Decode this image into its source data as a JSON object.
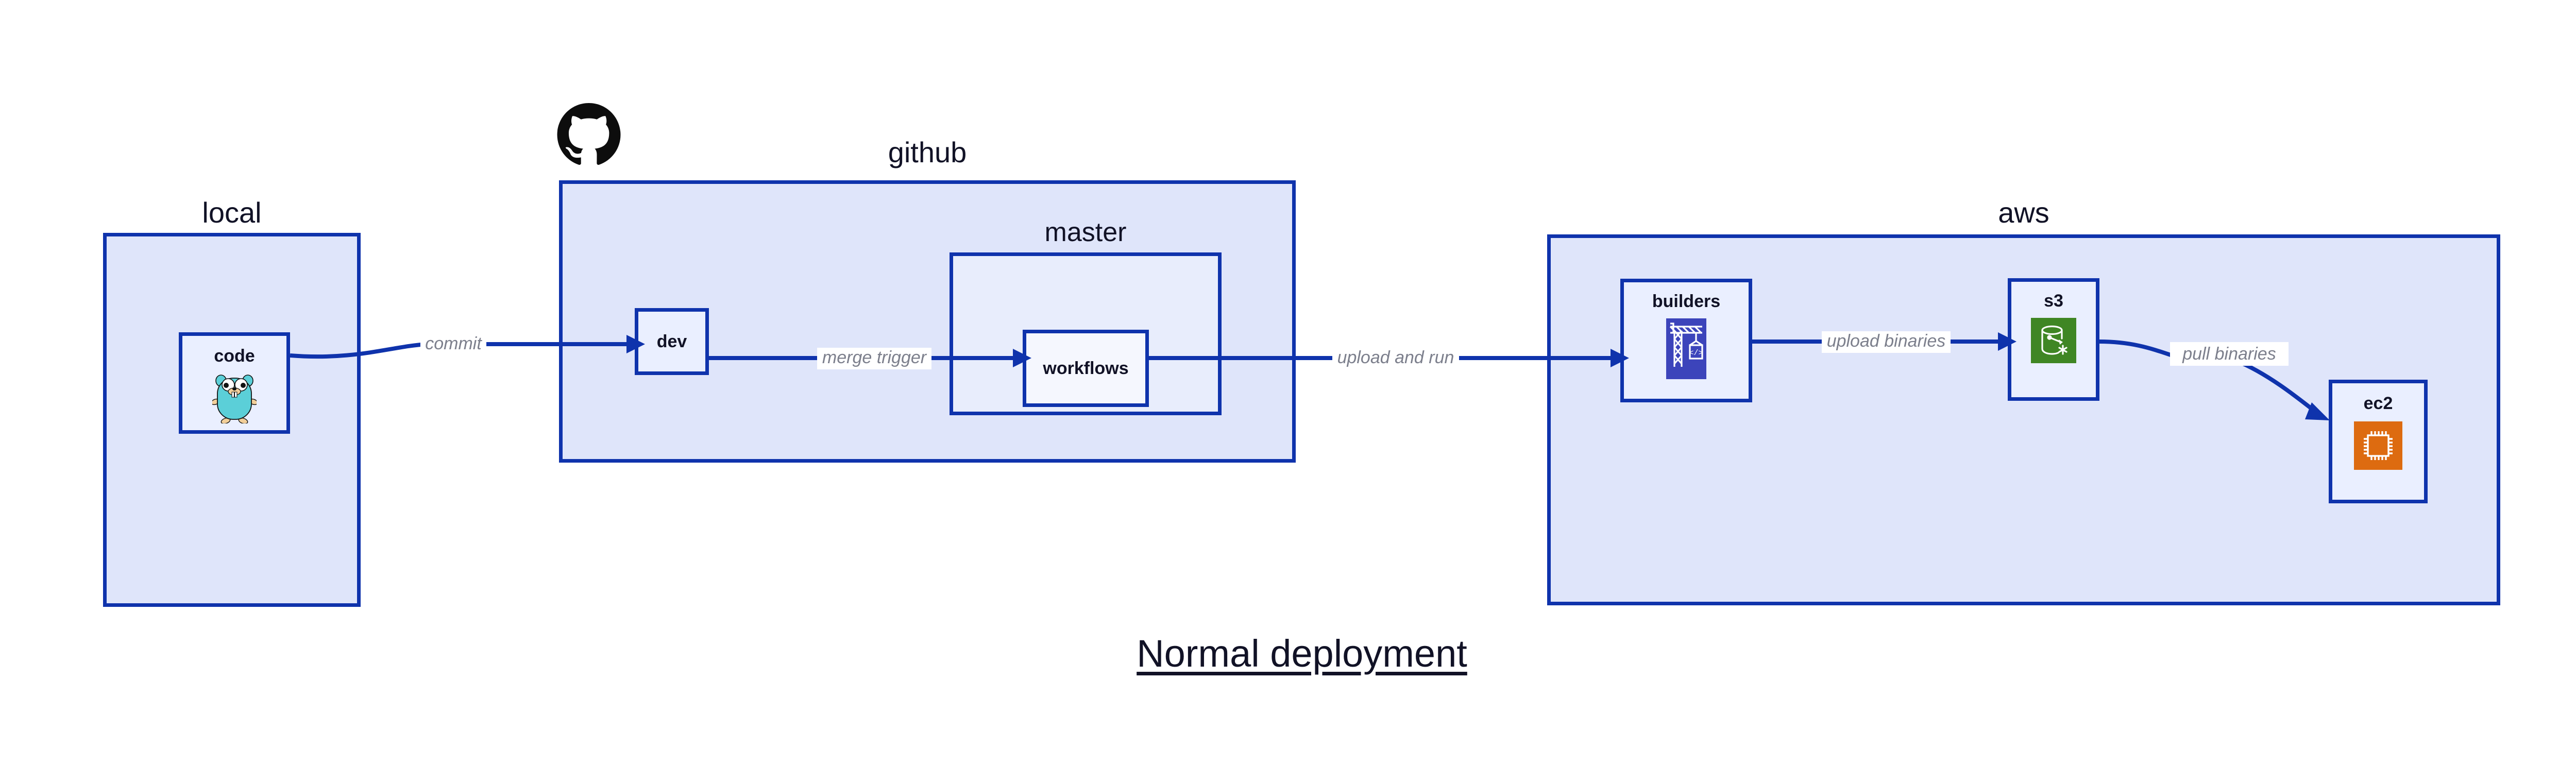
{
  "diagram": {
    "title": "Normal deployment",
    "accent_color": "#0f33ac",
    "group_fill": "#dfe5fa",
    "node_fill": "#eaefff",
    "label_color": "#7c7f8c"
  },
  "groups": [
    {
      "id": "local",
      "label": "local"
    },
    {
      "id": "github",
      "label": "github"
    },
    {
      "id": "master",
      "label": "master"
    },
    {
      "id": "aws",
      "label": "aws"
    }
  ],
  "nodes": [
    {
      "id": "code",
      "label": "code",
      "icon": "go-gopher-icon",
      "icon_color": "#5bcfd8"
    },
    {
      "id": "dev",
      "label": "dev",
      "icon": "none",
      "icon_color": ""
    },
    {
      "id": "workflows",
      "label": "workflows",
      "icon": "none",
      "icon_color": ""
    },
    {
      "id": "builders",
      "label": "builders",
      "icon": "aws-codebuild-icon",
      "icon_color": "#3c44bb"
    },
    {
      "id": "s3",
      "label": "s3",
      "icon": "aws-s3-icon",
      "icon_color": "#3f8624"
    },
    {
      "id": "ec2",
      "label": "ec2",
      "icon": "aws-ec2-icon",
      "icon_color": "#dd6b10"
    }
  ],
  "edges": [
    {
      "id": "code-to-dev",
      "from": "code",
      "to": "dev",
      "label": "commit"
    },
    {
      "id": "dev-to-workflows",
      "from": "dev",
      "to": "workflows",
      "label": "merge trigger"
    },
    {
      "id": "workflows-to-builders",
      "from": "workflows",
      "to": "builders",
      "label": "upload and run"
    },
    {
      "id": "builders-to-s3",
      "from": "builders",
      "to": "s3",
      "label": "upload binaries"
    },
    {
      "id": "s3-to-ec2",
      "from": "s3",
      "to": "ec2",
      "label": "pull binaries"
    }
  ],
  "logos": [
    {
      "id": "github-octocat",
      "name": "github-octocat-logo"
    }
  ]
}
